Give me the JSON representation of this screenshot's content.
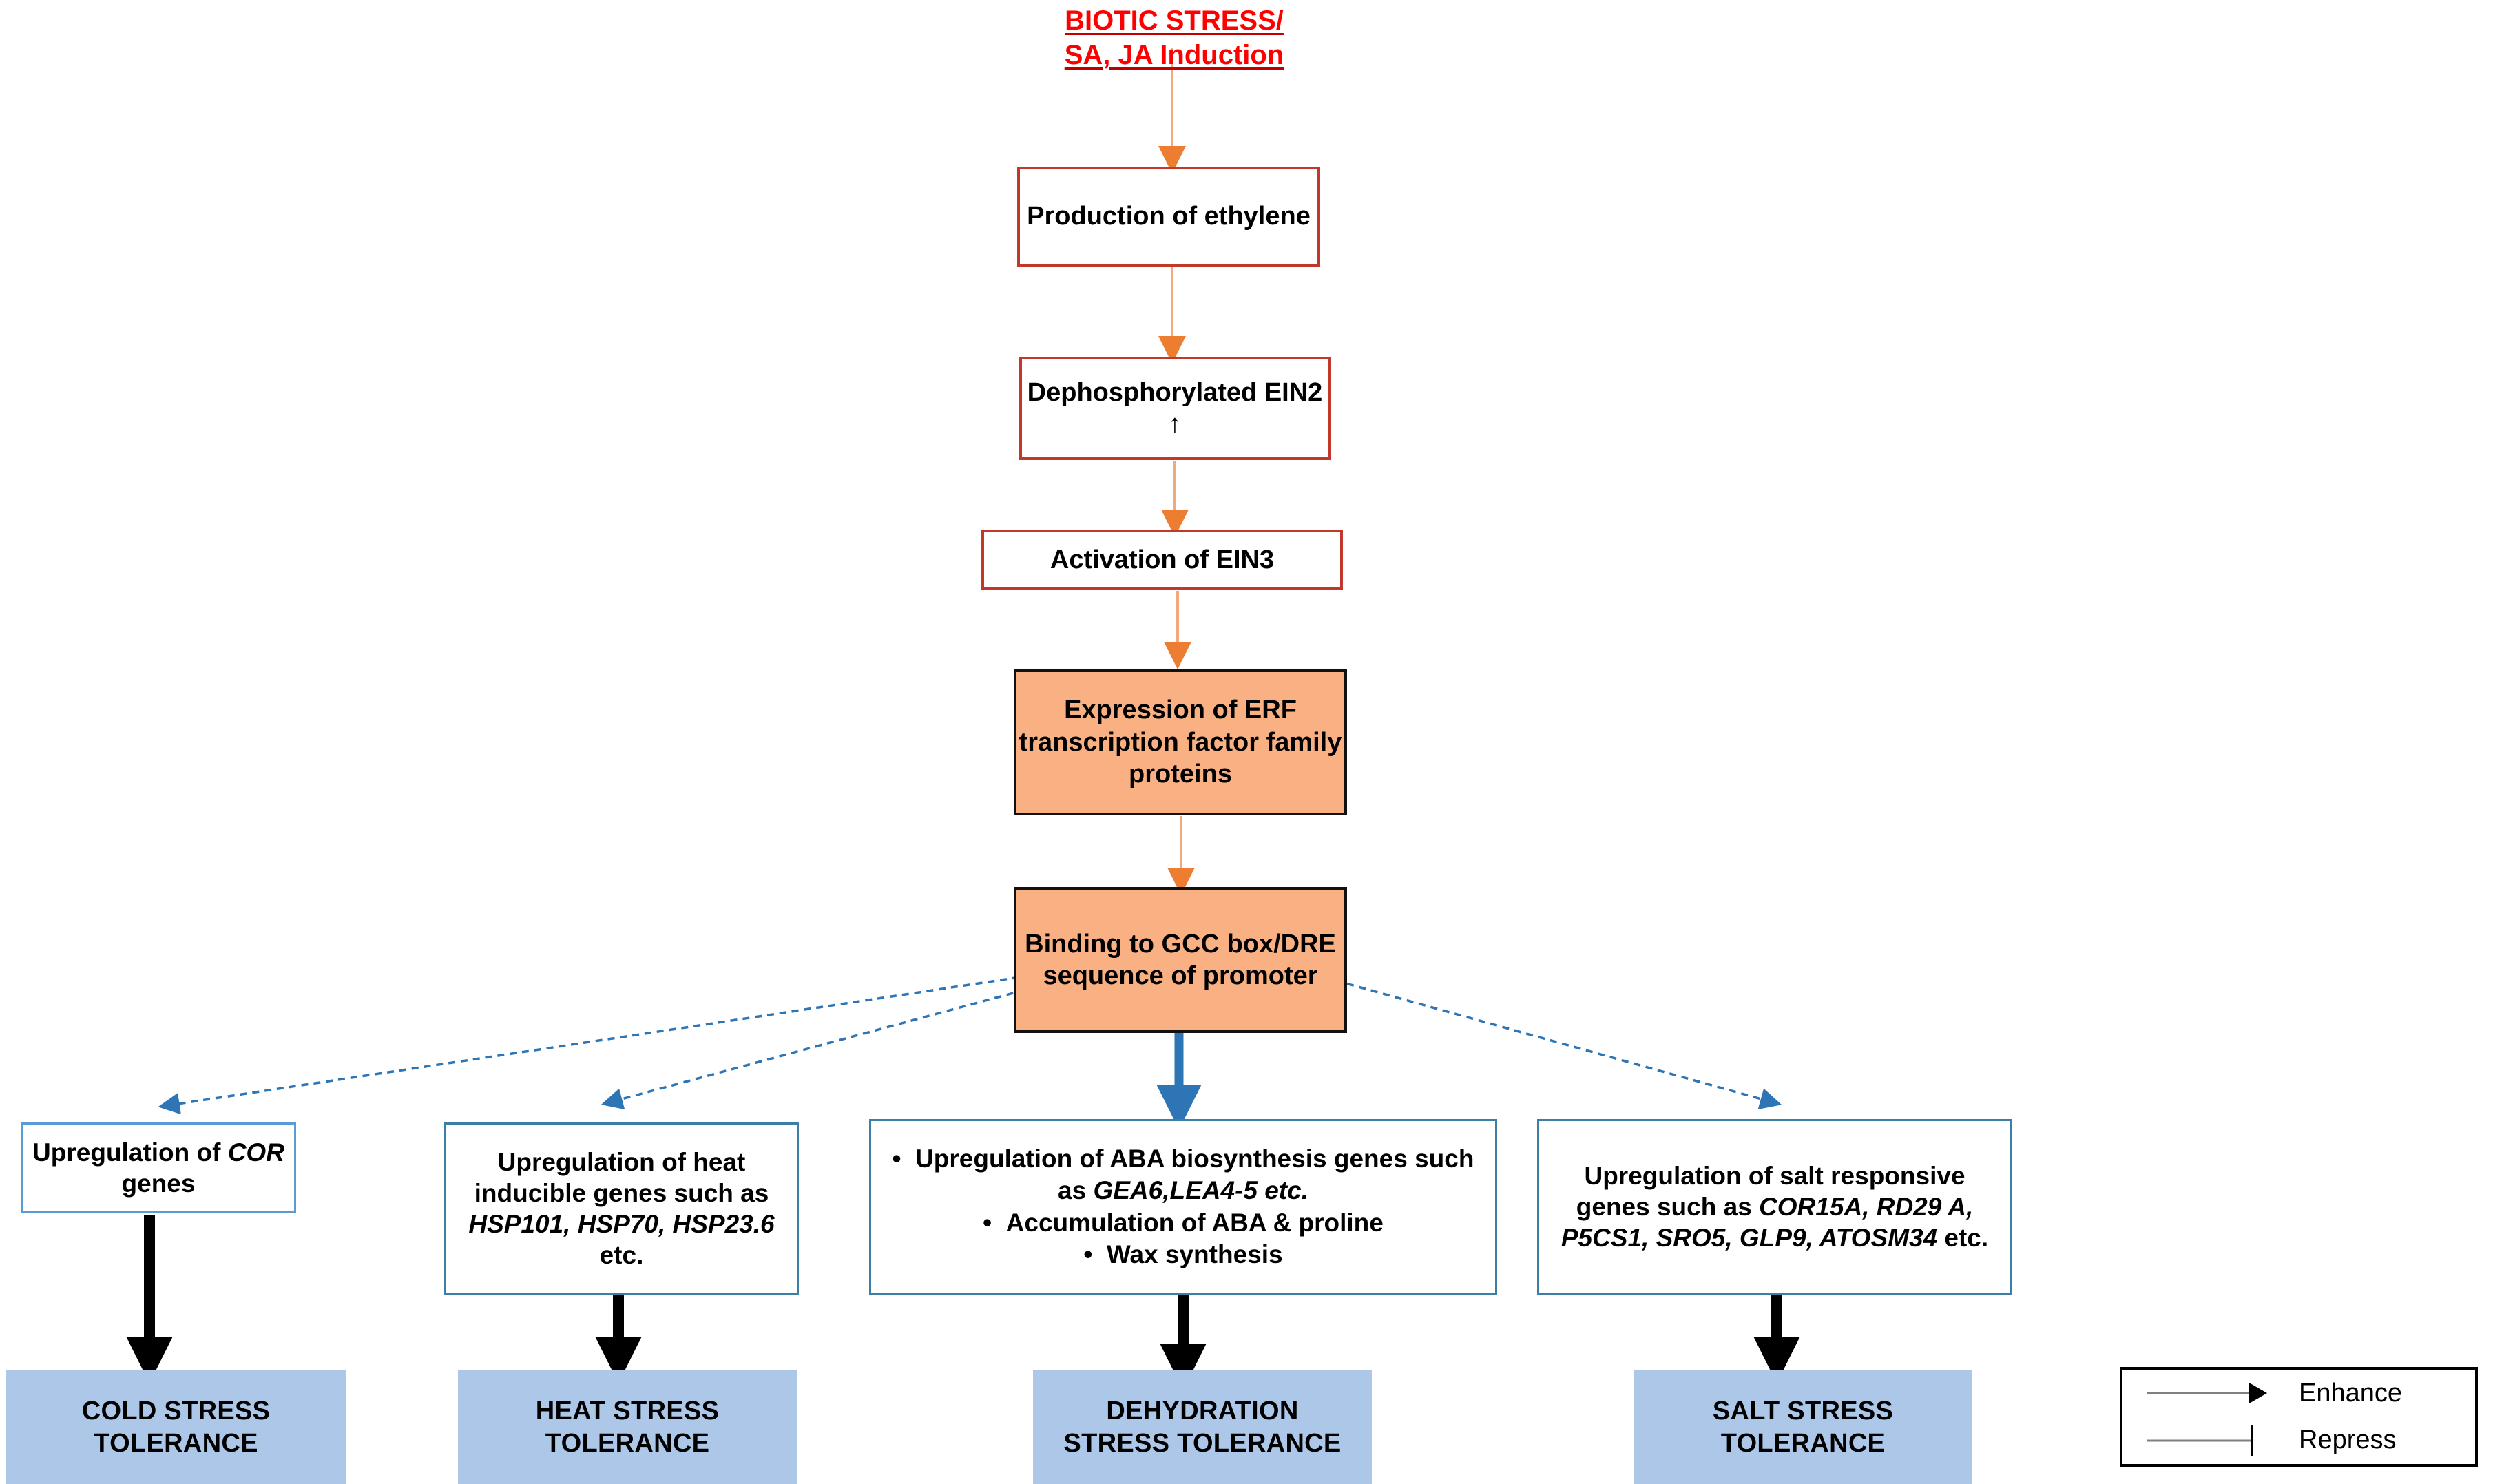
{
  "title": {
    "line1": "BIOTIC STRESS/",
    "line2": "SA, JA Induction",
    "color": "#ff0000"
  },
  "colors": {
    "orange_fill": "#f9b183",
    "red_border": "#c0392b",
    "blue_border": "#5b9bd5",
    "blue_fill": "#acc7e8",
    "arrow_orange": "#ed7d31",
    "arrow_blue": "#2e75b6",
    "arrow_black": "#000000"
  },
  "pathway": {
    "ethylene": "Production of ethylene",
    "ein2": "Dephosphorylated EIN2 ↑",
    "ein3": "Activation of EIN3",
    "erf": "Expression of ERF transcription factor family proteins",
    "binding": "Binding to GCC box/DRE sequence of promoter"
  },
  "branches": [
    {
      "gene_box": {
        "prefix": "Upregulation of ",
        "italic": "COR",
        "suffix": " genes"
      },
      "outcome": "COLD STRESS TOLERANCE",
      "outcome_lines": [
        "COLD STRESS",
        "TOLERANCE"
      ]
    },
    {
      "gene_box": {
        "prefix": "Upregulation of heat inducible genes such as ",
        "italic": "HSP101, HSP70, HSP23.6",
        "suffix": " etc."
      },
      "outcome": "HEAT STRESS TOLERANCE",
      "outcome_lines": [
        "HEAT STRESS",
        "TOLERANCE"
      ]
    },
    {
      "gene_box": {
        "bullets": [
          {
            "prefix": "Upregulation of ABA biosynthesis genes such as ",
            "italic": "GEA6,LEA4-5 etc.",
            "suffix": ""
          },
          {
            "prefix": "Accumulation of ABA & proline",
            "italic": "",
            "suffix": ""
          },
          {
            "prefix": "Wax synthesis",
            "italic": "",
            "suffix": ""
          }
        ]
      },
      "outcome": "DEHYDRATION STRESS TOLERANCE",
      "outcome_lines": [
        "DEHYDRATION",
        "STRESS TOLERANCE"
      ]
    },
    {
      "gene_box": {
        "prefix": "Upregulation of salt responsive genes such as ",
        "italic": "COR15A, RD29 A, P5CS1, SRO5, GLP9, ATOSM34",
        "suffix": " etc."
      },
      "outcome": "SALT STRESS TOLERANCE",
      "outcome_lines": [
        "SALT STRESS",
        "TOLERANCE"
      ]
    }
  ],
  "legend": {
    "enhance": "Enhance",
    "repress": "Repress"
  }
}
